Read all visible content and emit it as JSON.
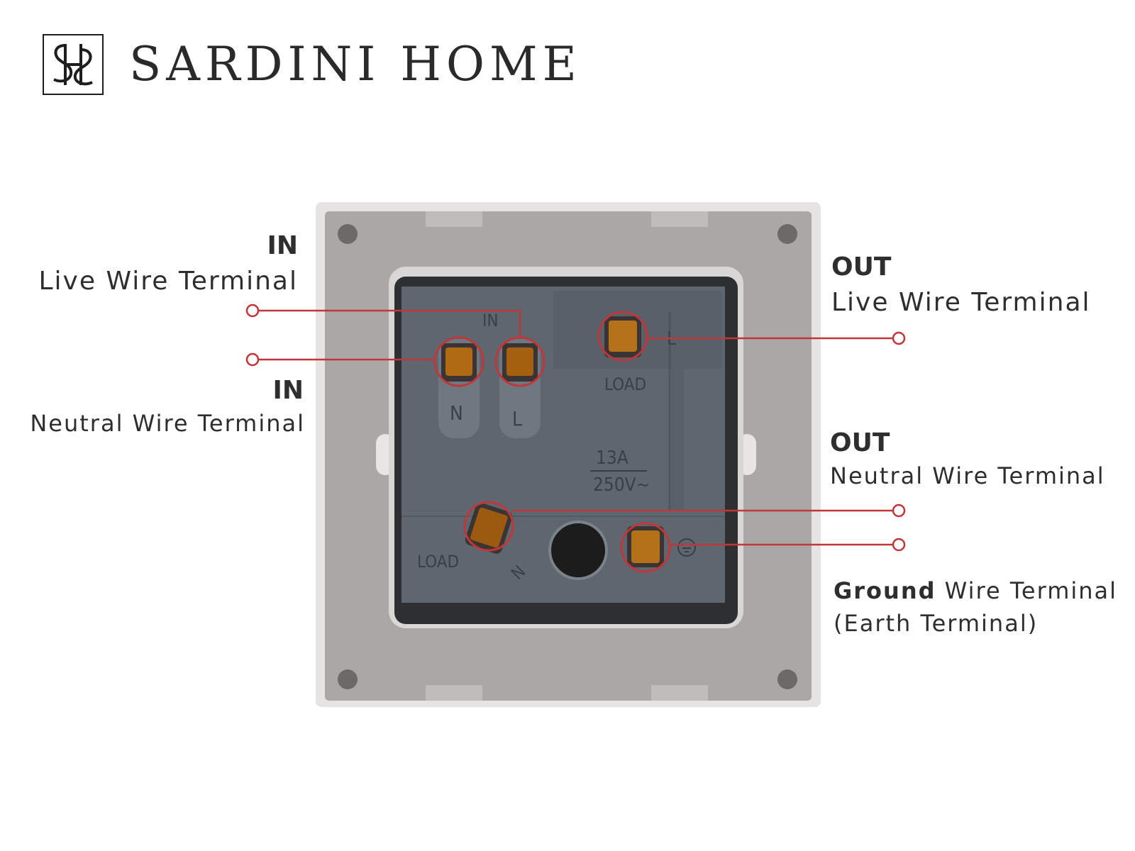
{
  "brand": {
    "logo_monogram": "SH",
    "name": "SARDINI HOME"
  },
  "labels": {
    "in_live": {
      "heading": "IN",
      "text": "Live Wire Terminal"
    },
    "in_neutral": {
      "heading": "IN",
      "text": "Neutral Wire Terminal"
    },
    "out_live": {
      "heading": "OUT",
      "text": "Live Wire Terminal"
    },
    "out_neutral": {
      "heading": "OUT",
      "text": "Neutral Wire Terminal"
    },
    "ground": {
      "bold": "Ground",
      "text": " Wire Terminal",
      "line2": "(Earth Terminal)"
    }
  },
  "socket_markings": {
    "in": "IN",
    "n": "N",
    "l": "L",
    "load_top": "LOAD",
    "l_right": "L",
    "rating_current": "13A",
    "rating_voltage": "250V~",
    "load_bottom": "LOAD",
    "n_bottom": "N"
  },
  "colors": {
    "callout": "#c0363a",
    "plate": "#a9a7a5",
    "module": "#5f6870",
    "terminal": "#a8650f"
  }
}
